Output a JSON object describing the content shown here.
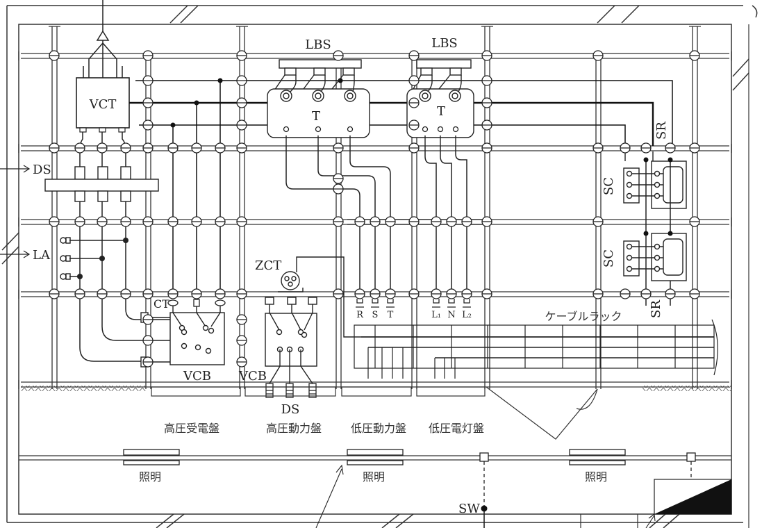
{
  "labels": {
    "vct": "VCT",
    "lbs_1": "LBS",
    "lbs_2": "LBS",
    "t_1": "T",
    "t_2": "T",
    "sr_top": "SR",
    "sr_bottom": "SR",
    "sc_top": "SC",
    "sc_bottom": "SC",
    "ds_left": "DS",
    "la": "LA",
    "zct": "ZCT",
    "ct": "CT",
    "vcb_1": "VCB",
    "vcb_2": "VCB",
    "ds_bottom": "DS",
    "phase_r": "R",
    "phase_s": "S",
    "phase_t": "T",
    "phase_l1": "L₁",
    "phase_n": "N",
    "phase_l2": "L₂",
    "cable_rack": "ケーブルラック",
    "switch": "SW"
  },
  "panels": {
    "hv_receiving": "高圧受電盤",
    "hv_power": "高圧動力盤",
    "lv_power": "低圧動力盤",
    "lv_lighting": "低圧電灯盤"
  },
  "lighting": {
    "light_1": "照明",
    "light_2": "照明",
    "light_3": "照明"
  }
}
